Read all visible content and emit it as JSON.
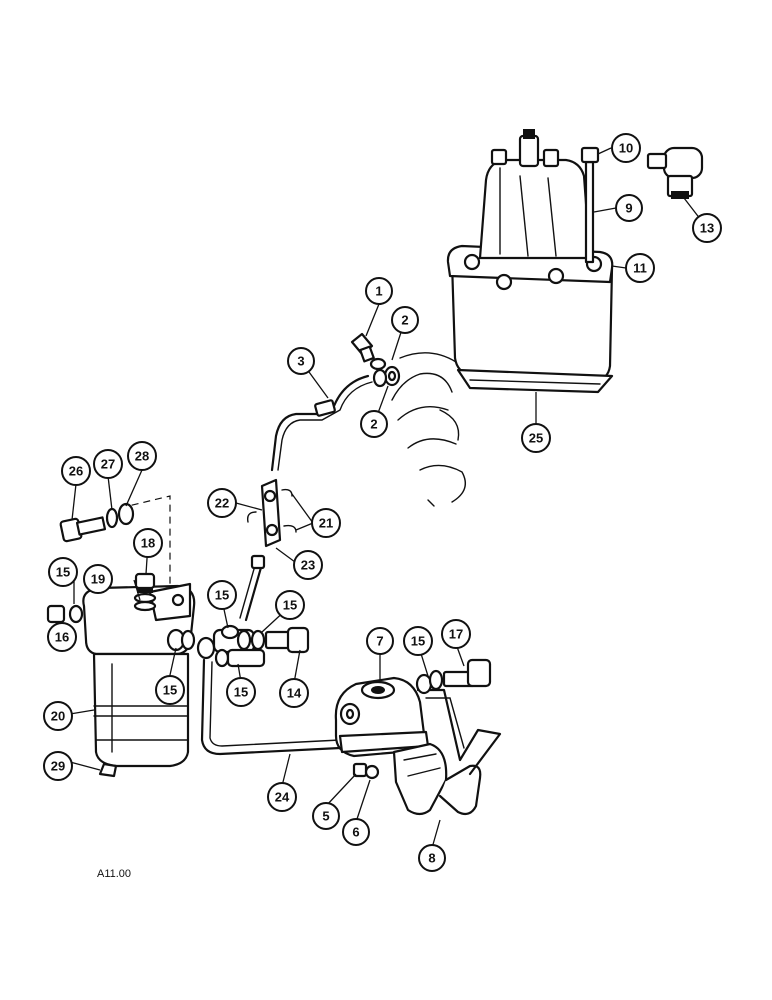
{
  "figure_ref": "A11.00",
  "callouts": [
    {
      "id": "c1",
      "label": "1"
    },
    {
      "id": "c2a",
      "label": "2"
    },
    {
      "id": "c2b",
      "label": "2"
    },
    {
      "id": "c3",
      "label": "3"
    },
    {
      "id": "c5",
      "label": "5"
    },
    {
      "id": "c6",
      "label": "6"
    },
    {
      "id": "c7",
      "label": "7"
    },
    {
      "id": "c8",
      "label": "8"
    },
    {
      "id": "c9",
      "label": "9"
    },
    {
      "id": "c10",
      "label": "10"
    },
    {
      "id": "c11",
      "label": "11"
    },
    {
      "id": "c13",
      "label": "13"
    },
    {
      "id": "c14",
      "label": "14"
    },
    {
      "id": "c15a",
      "label": "15"
    },
    {
      "id": "c15b",
      "label": "15"
    },
    {
      "id": "c15c",
      "label": "15"
    },
    {
      "id": "c15d",
      "label": "15"
    },
    {
      "id": "c15e",
      "label": "15"
    },
    {
      "id": "c15f",
      "label": "15"
    },
    {
      "id": "c16",
      "label": "16"
    },
    {
      "id": "c17",
      "label": "17"
    },
    {
      "id": "c18",
      "label": "18"
    },
    {
      "id": "c19",
      "label": "19"
    },
    {
      "id": "c20",
      "label": "20"
    },
    {
      "id": "c21",
      "label": "21"
    },
    {
      "id": "c22",
      "label": "22"
    },
    {
      "id": "c23",
      "label": "23"
    },
    {
      "id": "c24",
      "label": "24"
    },
    {
      "id": "c25",
      "label": "25"
    },
    {
      "id": "c26",
      "label": "26"
    },
    {
      "id": "c27",
      "label": "27"
    },
    {
      "id": "c28",
      "label": "28"
    },
    {
      "id": "c29",
      "label": "29"
    }
  ]
}
